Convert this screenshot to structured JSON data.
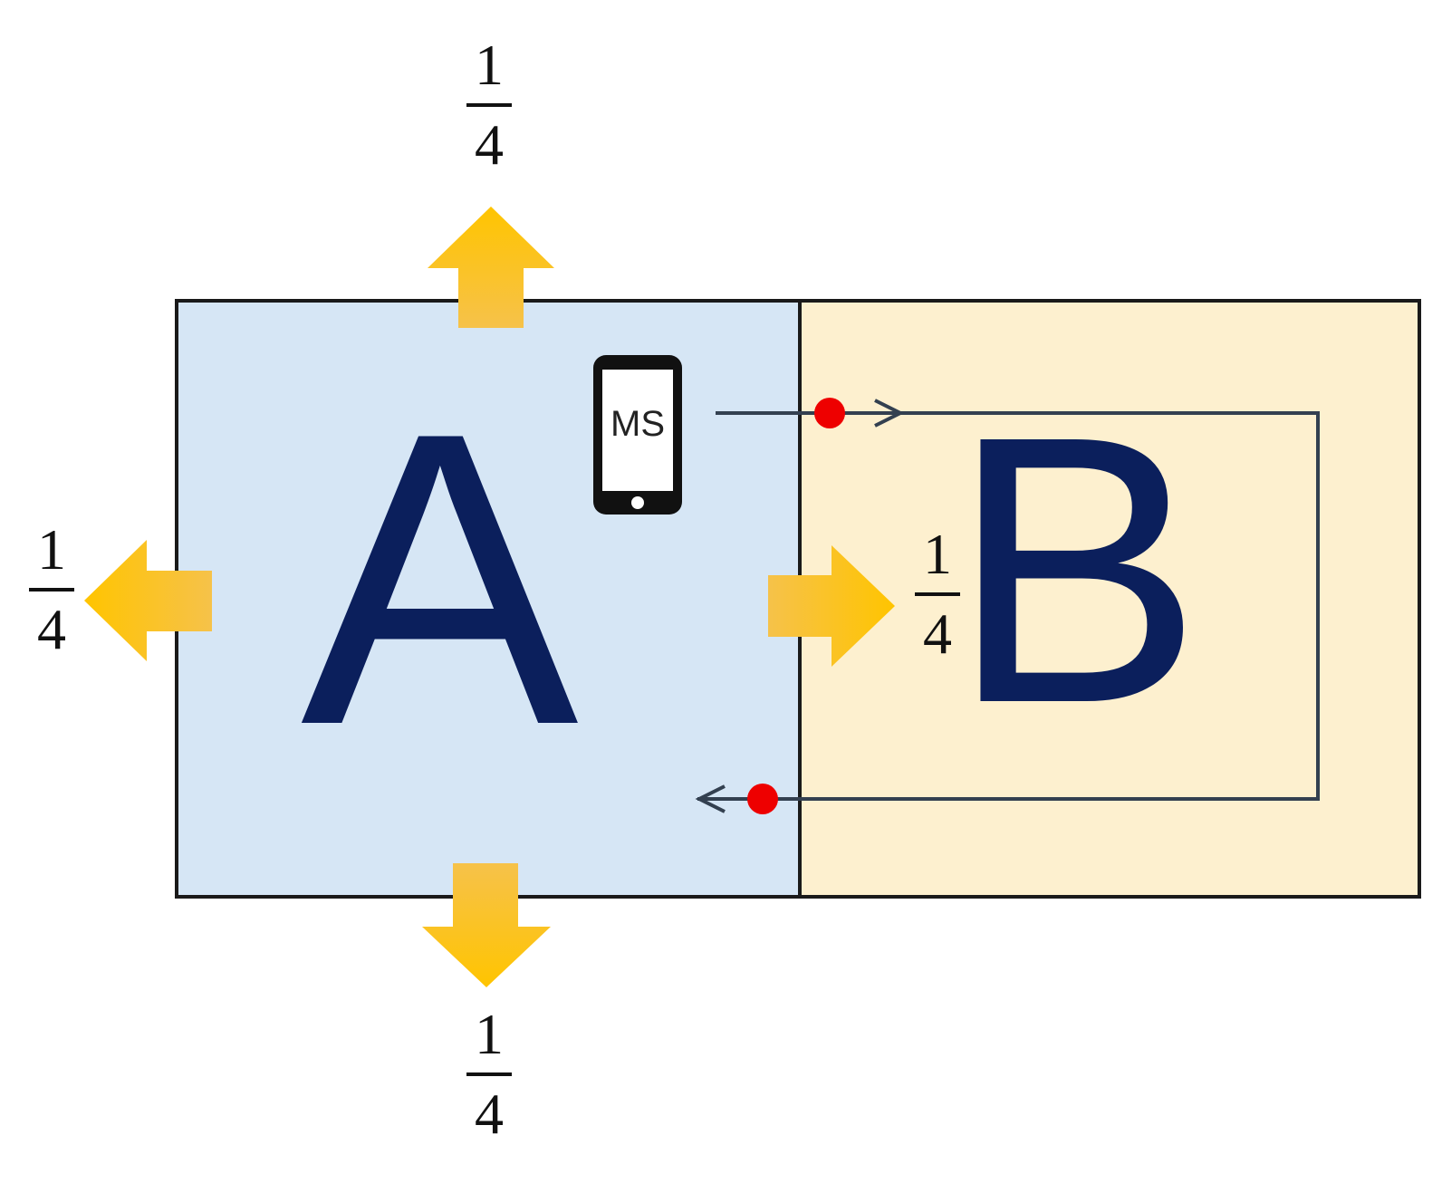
{
  "regions": {
    "a": {
      "label": "A",
      "fill": "#d6e6f5"
    },
    "b": {
      "label": "B",
      "fill": "#fdf0cf"
    }
  },
  "device": {
    "label": "MS"
  },
  "fractions": {
    "top": {
      "numerator": "1",
      "denominator": "4"
    },
    "left": {
      "numerator": "1",
      "denominator": "4"
    },
    "right": {
      "numerator": "1",
      "denominator": "4"
    },
    "bottom": {
      "numerator": "1",
      "denominator": "4"
    }
  },
  "colors": {
    "arrow": "#fbbf0a",
    "letters": "#0b1f5c",
    "path": "#334050",
    "marker": "#ee0000"
  }
}
